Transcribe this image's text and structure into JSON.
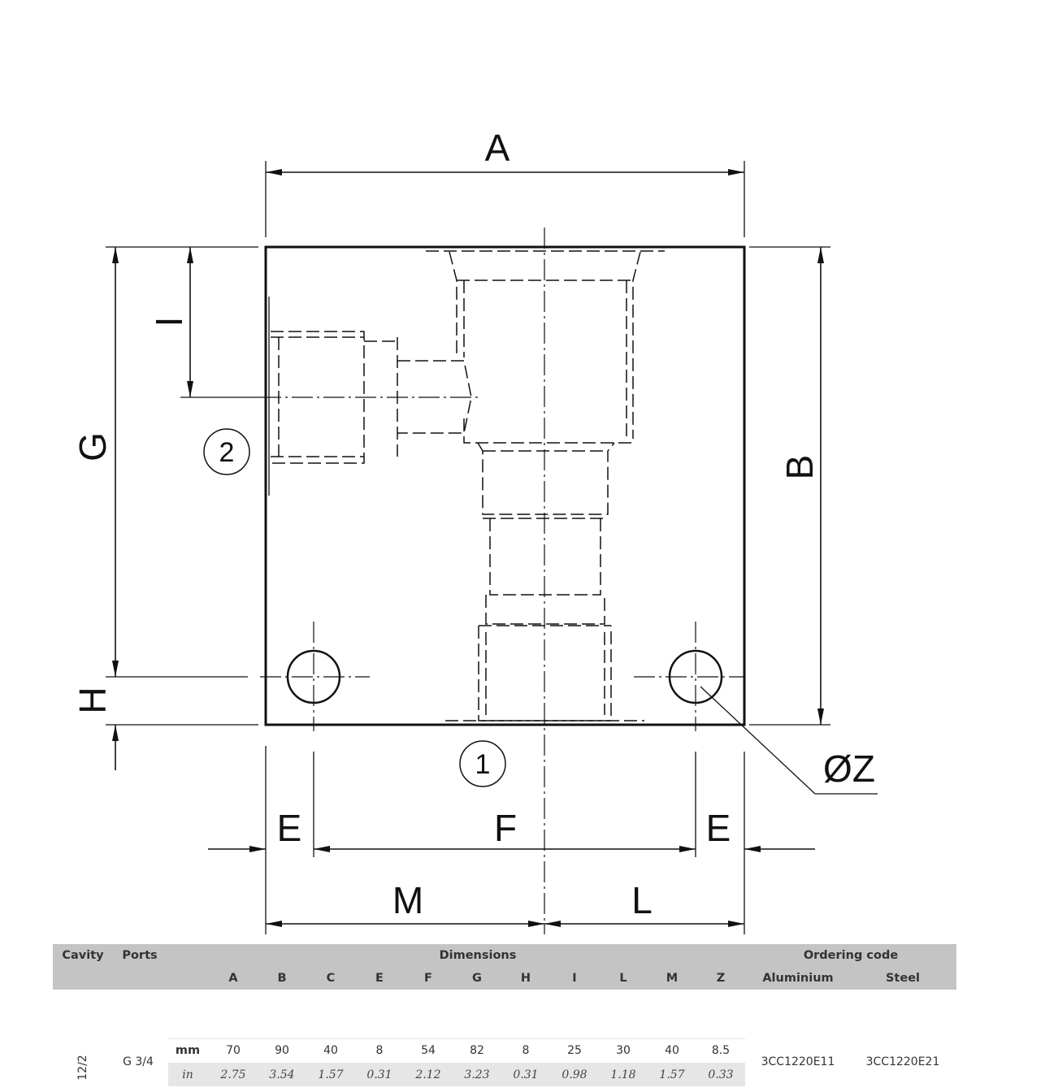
{
  "drawing": {
    "labels": {
      "A": "A",
      "B": "B",
      "G": "G",
      "H": "H",
      "I": "I",
      "E_left": "E",
      "F": "F",
      "E_right": "E",
      "M": "M",
      "L": "L",
      "Z": "ØZ"
    },
    "ports": {
      "port1": "1",
      "port2": "2"
    }
  },
  "table": {
    "header": {
      "cavity": "Cavity",
      "ports": "Ports",
      "dimensions": "Dimensions",
      "ordering_code": "Ordering code",
      "aluminium": "Aluminium",
      "steel": "Steel"
    },
    "dim_columns": [
      "A",
      "B",
      "C",
      "E",
      "F",
      "G",
      "H",
      "I",
      "L",
      "M",
      "Z"
    ],
    "row": {
      "cavity": "12/2",
      "ports": "G 3/4",
      "unit_mm": "mm",
      "unit_in": "in",
      "mm": [
        "70",
        "90",
        "40",
        "8",
        "54",
        "82",
        "8",
        "25",
        "30",
        "40",
        "8.5"
      ],
      "in": [
        "2.75",
        "3.54",
        "1.57",
        "0.31",
        "2.12",
        "3.23",
        "0.31",
        "0.98",
        "1.18",
        "1.57",
        "0.33"
      ],
      "aluminium": "3CC1220E11",
      "steel": "3CC1220E21"
    }
  }
}
